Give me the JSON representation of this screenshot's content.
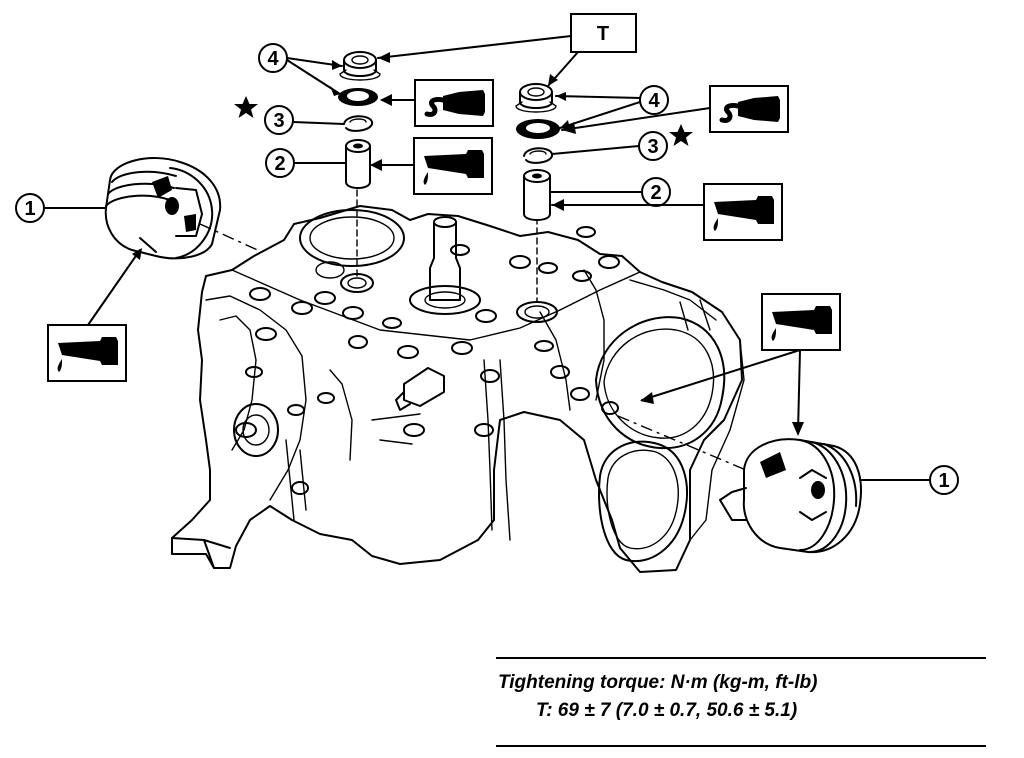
{
  "callouts": {
    "piston": "1",
    "piston_pin": "2",
    "circlip": "3",
    "service_hole_plug": "4",
    "torque_ref": "T"
  },
  "legend": {
    "heading": "Tightening torque: N·m (kg-m, ft-lb)",
    "value": "T: 69 ± 7 (7.0 ± 0.7, 50.6 ± 5.1)"
  },
  "icons": {
    "oil": "oil-can-icon",
    "sealant": "sealant-tube-icon",
    "replace": "star-icon"
  },
  "colors": {
    "ink": "#000000",
    "paper": "#ffffff"
  }
}
